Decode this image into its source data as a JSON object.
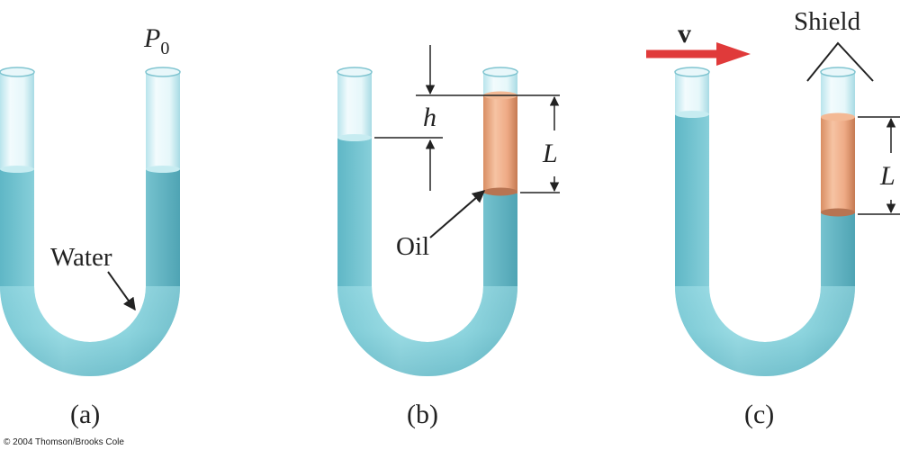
{
  "labels": {
    "p0_main": "P",
    "p0_sub": "0",
    "water": "Water",
    "oil": "Oil",
    "h": "h",
    "L_b": "L",
    "L_c": "L",
    "v": "v",
    "shield": "Shield",
    "cap_a": "(a)",
    "cap_b": "(b)",
    "cap_c": "(c)",
    "copyright": "© 2004 Thomson/Brooks Cole"
  },
  "colors": {
    "water": "#8fd7e0",
    "water_dark": "#5fb5c4",
    "glass": "#dff3f7",
    "oil": "#eaa57e",
    "oil_dark": "#b9714c",
    "arrow_red": "#e03a3a"
  }
}
